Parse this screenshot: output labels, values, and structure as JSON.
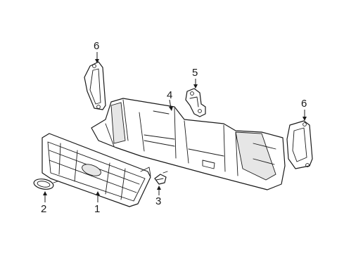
{
  "callouts": {
    "c1": "1",
    "c2": "2",
    "c3": "3",
    "c4": "4",
    "c5": "5",
    "c6_left": "6",
    "c6_right": "6"
  }
}
